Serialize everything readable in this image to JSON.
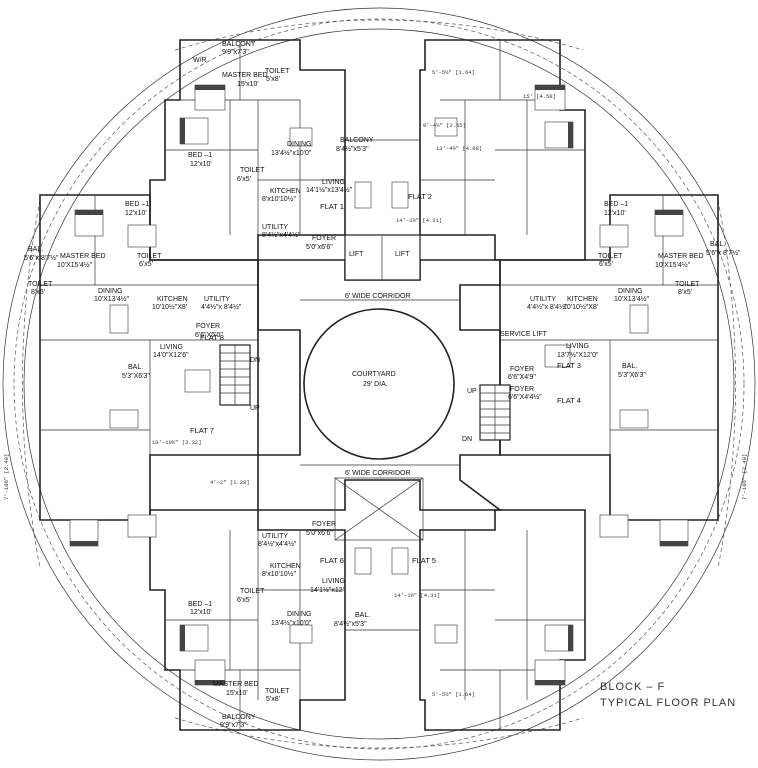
{
  "title": {
    "block": "BLOCK  –  F",
    "subtitle": "TYPICAL FLOOR PLAN"
  },
  "core": {
    "courtyard": "COURTYARD",
    "courtyard_dia": "29' DIA.",
    "corridor_top": "6' WIDE CORRIDOR",
    "corridor_bottom": "6' WIDE CORRIDOR",
    "lift": "LIFT",
    "service_lift": "SERVICE LIFT",
    "up": "UP",
    "dn": "DN"
  },
  "flats": {
    "flat1": "FLAT 1",
    "flat2": "FLAT 2",
    "flat3": "FLAT 3",
    "flat4": "FLAT 4",
    "flat5": "FLAT 5",
    "flat6": "FLAT 6",
    "flat7": "FLAT 7",
    "flat8": "FLAT 8"
  },
  "rooms": {
    "balcony": "BALCONY",
    "balcony_dim": "9'9\"x7'3\"",
    "master_bed": "MASTER BED",
    "master_bed_dim": "15'x10'",
    "master_bed_side": "10'X15'4½\"",
    "toilet": "TOILET",
    "toilet_dim_a": "5'x8'",
    "toilet_dim_b": "6'x5'",
    "toilet_dim_c": "8'x5'",
    "bed1": "BED –1",
    "bed1_dim": "12'x10'",
    "dining": "DINING",
    "dining_dim_top": "13'4½\"x10'0\"",
    "dining_dim_side": "10'X13'4½\"",
    "living": "LIVING",
    "living_dim_top": "14'1½\"x13'4½\"",
    "living_dim_side": "14'0\"X12'6\"",
    "living_dim_right": "13'7½\"X12'0\"",
    "living_dim_bottom": "14'1½\"x12'",
    "kitchen": "KITCHEN",
    "kitchen_dim": "8'x10'10½\"",
    "kitchen_dim_side": "10'10½\"X8'",
    "utility": "UTILITY",
    "utility_dim": "8'4½\"x4'4½\"",
    "utility_dim_side": "4'4½\"x 8'4½\"",
    "foyer": "FOYER",
    "foyer_dim": "5'0\"x6'6\"",
    "foyer_dim_side": "6'6\"X5'0\"",
    "foyer_dim_right": "6'6\"X4'9\"",
    "foyer_dim_right2": "6'6\"X4'4½\"",
    "bal": "BAL.",
    "bal_dim": "5'6\"x 8'7½\"",
    "bal_dim_side": "5'3\"X6'3\"",
    "bal_top_dim": "8'4½\"x5'3\"",
    "wr": "W/R"
  },
  "dims": [
    "5'–5½\" [1.64]",
    "8'–4½\" [2.55]",
    "13'–4½\" [4.08]",
    "14'–1½\" [4.31]",
    "7'–10½\" [2.40]",
    "10'–10½\" [3.32]",
    "4'–2\" [1.28]",
    "15' [4.58]"
  ]
}
